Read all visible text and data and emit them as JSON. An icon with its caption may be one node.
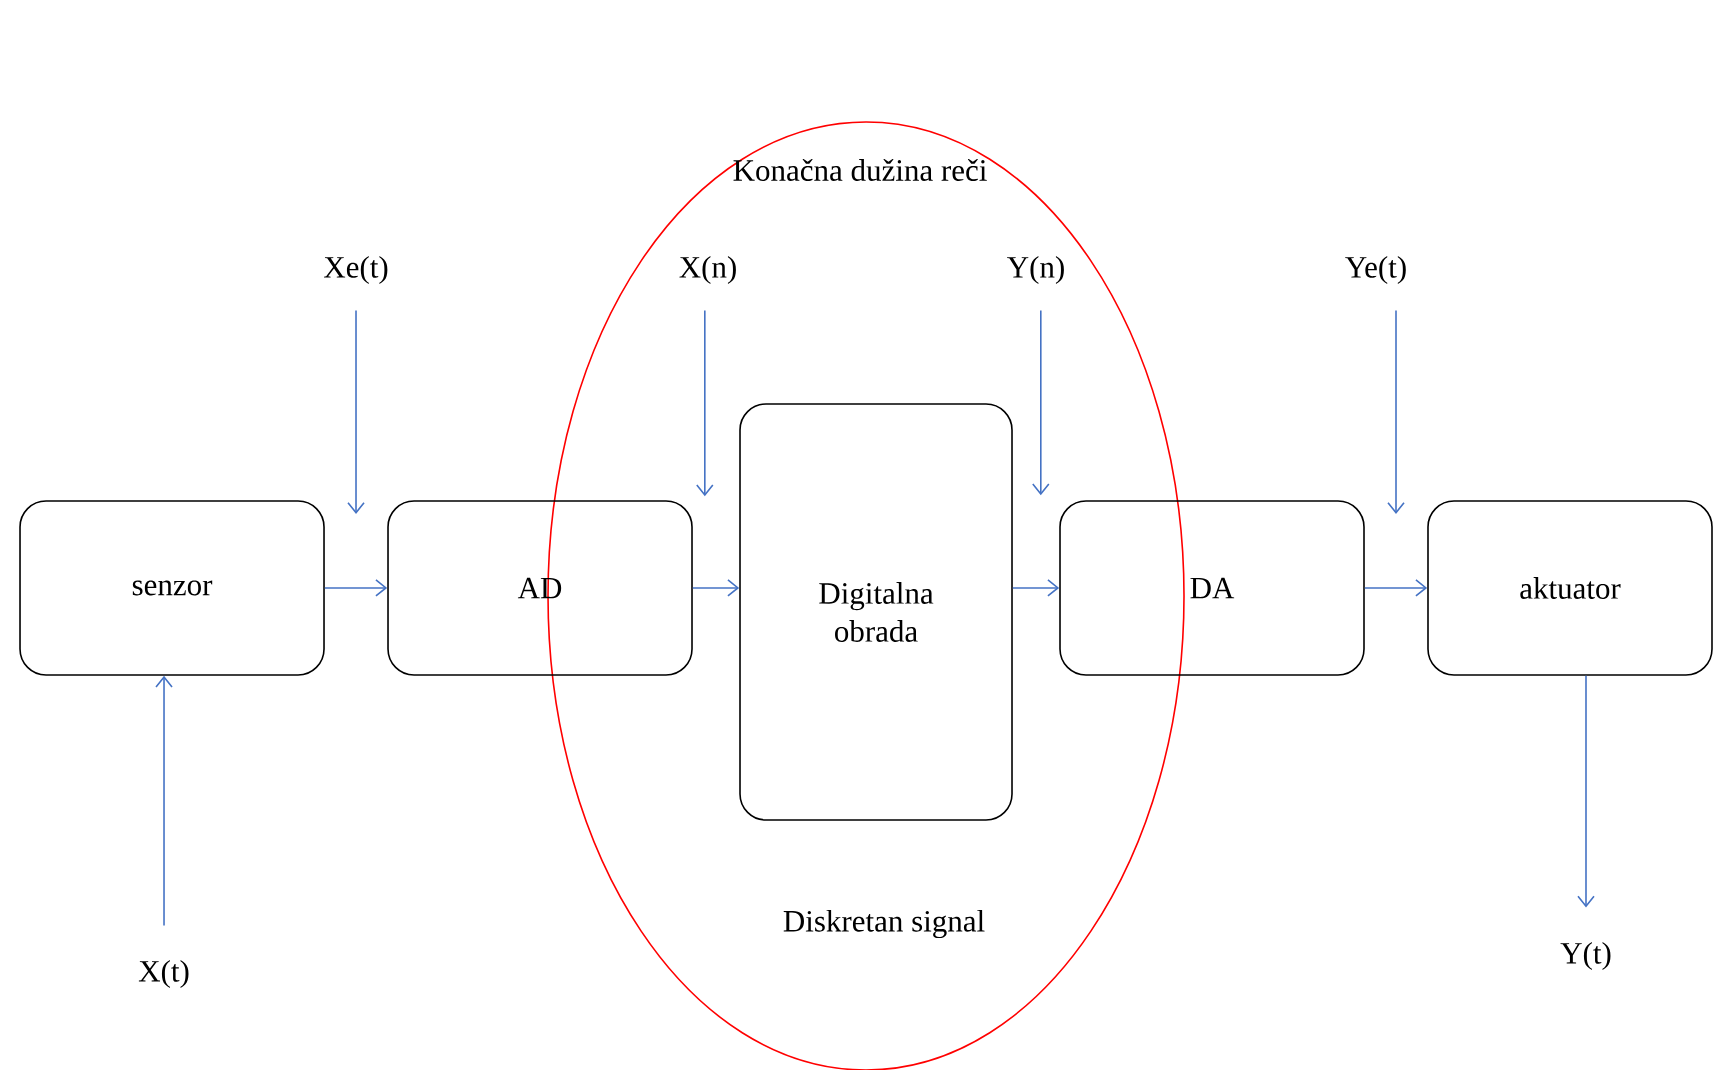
{
  "diagram": {
    "nodes": [
      {
        "text": [
          "Konačna dužina reči",
          "Diskretan signal"
        ]
      },
      {
        "text": [
          "Xe(t)"
        ]
      },
      {
        "text": [
          "X(n)"
        ],
        "in": 0
      },
      {
        "text": [
          "Y(n)"
        ],
        "in": 0
      },
      {
        "text": [
          "Ye(t)"
        ]
      },
      {
        "text": [
          "senzor"
        ]
      },
      {
        "text": [
          "AD"
        ]
      },
      {
        "text": [
          "Digitalna obrada"
        ],
        "in": 0
      },
      {
        "text": [
          "DA"
        ]
      },
      {
        "text": [
          "aktuator"
        ]
      },
      {
        "text": [
          "X(t)"
        ]
      },
      {
        "text": [
          "Y(t)"
        ]
      }
    ],
    "edges": [
      {
        "from": 5,
        "to": 6,
        "arrow": "to"
      },
      {
        "from": 6,
        "to": 7,
        "arrow": "to"
      },
      {
        "from": 7,
        "to": 8,
        "arrow": "to"
      },
      {
        "from": 8,
        "to": 9,
        "arrow": "to"
      },
      {
        "from": 1,
        "to": null,
        "arrow": "to"
      },
      {
        "from": 2,
        "to": 6,
        "arrow": "to"
      },
      {
        "from": 3,
        "to": 7,
        "arrow": "to"
      },
      {
        "from": 4,
        "to": null,
        "arrow": "to"
      },
      {
        "from": 10,
        "to": 5,
        "arrow": "to"
      },
      {
        "from": 9,
        "to": 11,
        "arrow": "to"
      }
    ]
  }
}
